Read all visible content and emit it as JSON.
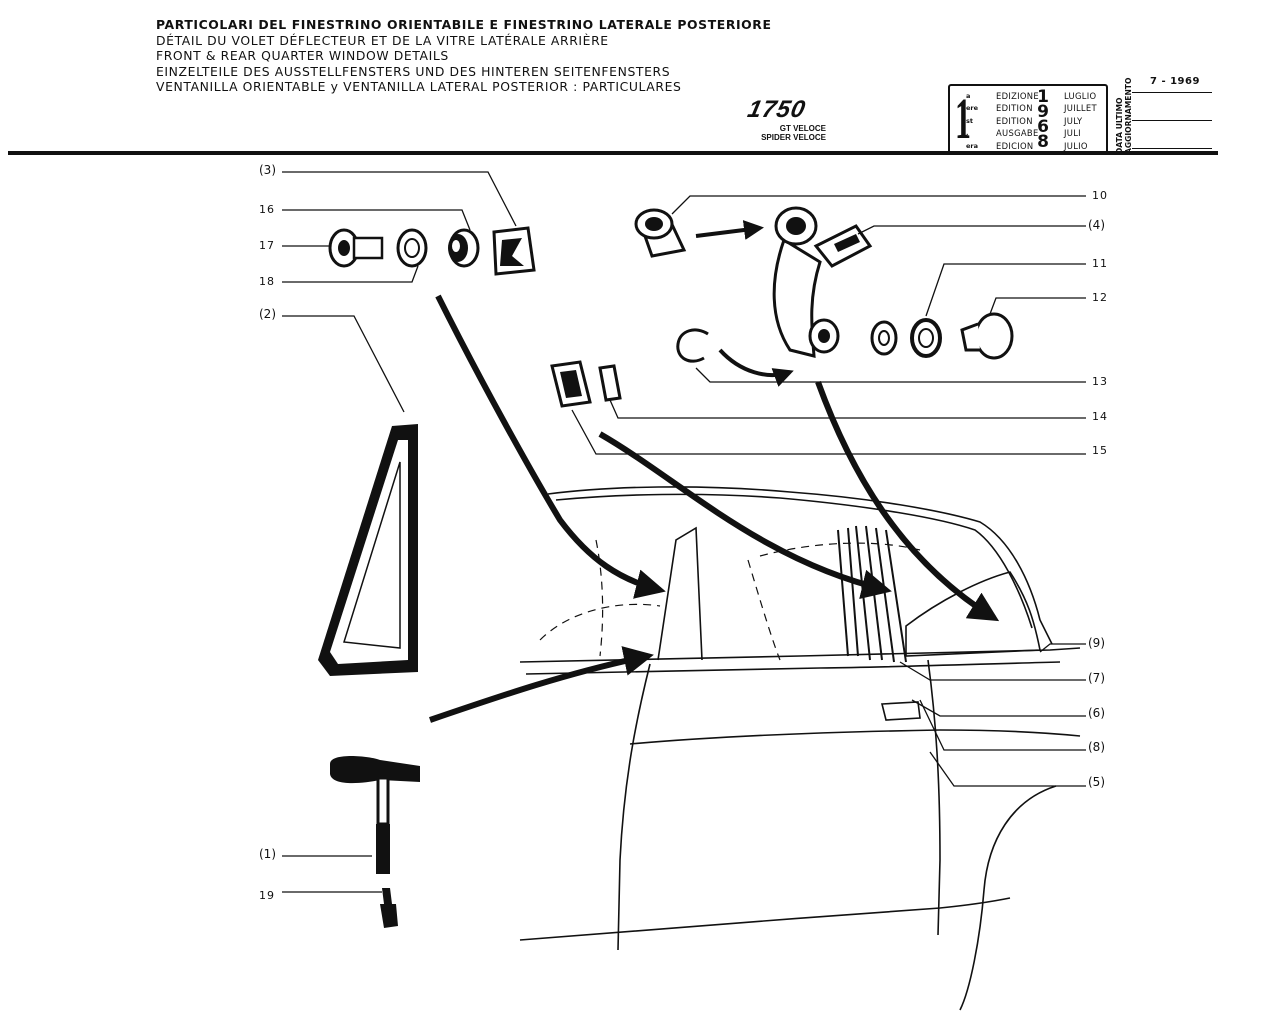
{
  "header": {
    "titles": [
      "PARTICOLARI DEL FINESTRINO ORIENTABILE E FINESTRINO LATERALE POSTERIORE",
      "DÉTAIL DU VOLET DÉFLECTEUR ET DE LA VITRE LATÉRALE ARRIÈRE",
      "FRONT & REAR QUARTER WINDOW DETAILS",
      "EINZELTEILE DES AUSSTELLFENSTERS UND DES HINTEREN SEITENFENSTERS",
      "VENTANILLA ORIENTABLE y VENTANILLA LATERAL POSTERIOR : PARTICULARES"
    ],
    "model": {
      "name": "1750",
      "variants": [
        "GT VELOCE",
        "SPIDER VELOCE"
      ]
    }
  },
  "edition": {
    "number": "1",
    "ordinals": [
      "a",
      "ere",
      "st",
      ".",
      "era"
    ],
    "languages": [
      "EDIZIONE",
      "EDITION",
      "EDITION",
      "AUSGABE",
      "EDICION"
    ],
    "year": "1968",
    "months": [
      "LUGLIO",
      "JUILLET",
      "JULY",
      "JULI",
      "JULIO"
    ]
  },
  "update": {
    "label_lines": [
      "DATA ULTIMO",
      "AGGIORNAMENTO"
    ],
    "date": "7 - 1969"
  },
  "callouts": {
    "left": [
      "(3)",
      "16",
      "17",
      "18",
      "(2)",
      "(1)",
      "19"
    ],
    "right": [
      "10",
      "(4)",
      "11",
      "12",
      "13",
      "14",
      "15",
      "(9)",
      "(7)",
      "(6)",
      "(8)",
      "(5)"
    ]
  }
}
